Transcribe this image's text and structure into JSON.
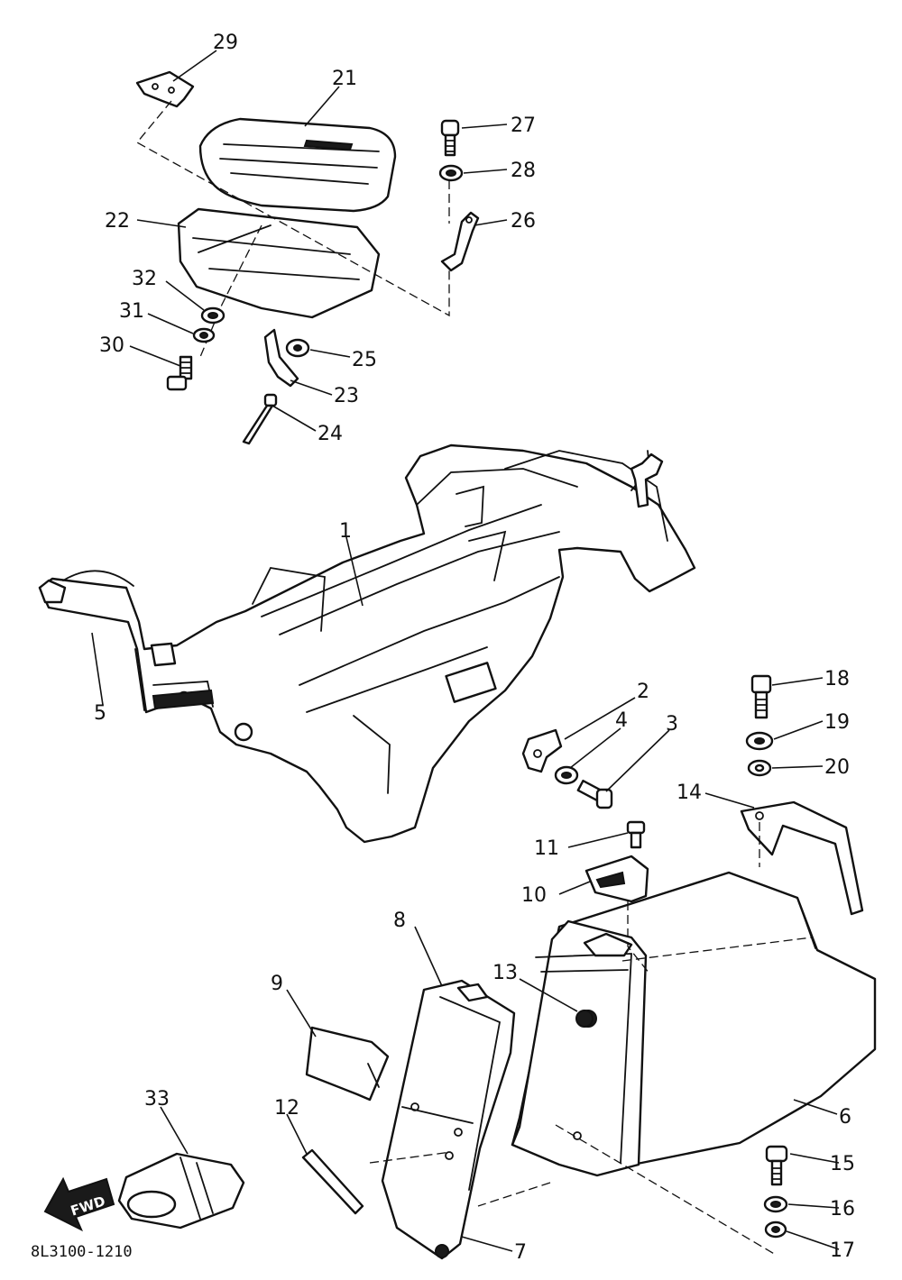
{
  "diagram_code": "8L3100-1210",
  "forward_arrow_label": "FWD",
  "part_labels": {
    "p1": "1",
    "p2": "2",
    "p3": "3",
    "p4": "4",
    "p5": "5",
    "p6": "6",
    "p7": "7",
    "p8": "8",
    "p9": "9",
    "p10": "10",
    "p11": "11",
    "p12": "12",
    "p13": "13",
    "p14": "14",
    "p15": "15",
    "p16": "16",
    "p17": "17",
    "p18": "18",
    "p19": "19",
    "p20": "20",
    "p21": "21",
    "p22": "22",
    "p23": "23",
    "p24": "24",
    "p25": "25",
    "p26": "26",
    "p27": "27",
    "p28": "28",
    "p29": "29",
    "p30": "30",
    "p31": "31",
    "p32": "32",
    "p33": "33"
  }
}
